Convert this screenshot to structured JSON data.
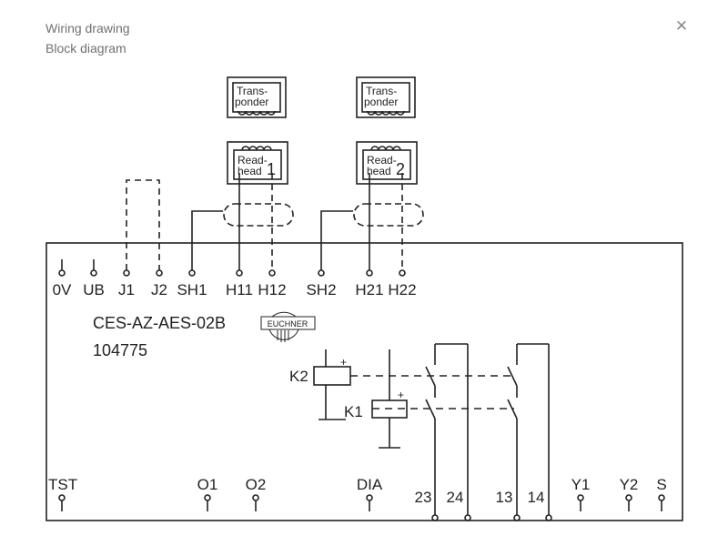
{
  "header": {
    "title": "Wiring drawing",
    "subtitle": "Block diagram"
  },
  "close_icon": "close-icon",
  "diagram": {
    "transponders": [
      {
        "line1": "Trans-",
        "line2": "ponder"
      },
      {
        "line1": "Trans-",
        "line2": "ponder"
      }
    ],
    "readheads": [
      {
        "line1": "Read-",
        "line2": "head",
        "number": "1"
      },
      {
        "line1": "Read-",
        "line2": "head",
        "number": "2"
      }
    ],
    "top_terminals": [
      "0V",
      "UB",
      "J1",
      "J2",
      "SH1",
      "H11",
      "H12",
      "SH2",
      "H21",
      "H22"
    ],
    "model": "CES-AZ-AES-02B",
    "article_number": "104775",
    "brand": "EUCHNER",
    "relays": [
      {
        "label": "K2",
        "polarity": "+"
      },
      {
        "label": "K1",
        "polarity": "+"
      }
    ],
    "bottom_terminals": [
      "TST",
      "O1",
      "O2",
      "DIA",
      "23",
      "24",
      "13",
      "14",
      "Y1",
      "Y2",
      "S"
    ]
  }
}
